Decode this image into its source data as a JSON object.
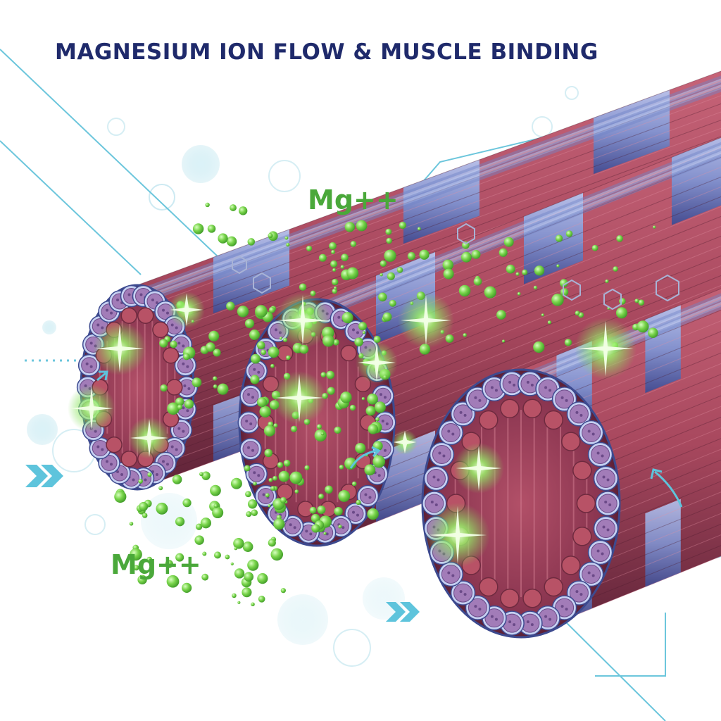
{
  "title": "MAGNESIUM ION FLOW & MUSCLE BINDING",
  "ion_labels": {
    "top": "Mg++",
    "bottom": "Mg++"
  },
  "colors": {
    "title": "#1f2a6b",
    "ion_label": "#4aa83a",
    "ion": "#7ed957",
    "ion_glow": "#b7ff8a",
    "muscle_red": "#b8566a",
    "muscle_dark": "#6e2a3f",
    "sheath_blue": "#8d9fd8",
    "sheath_dark": "#3d4a8f",
    "fibril_purple": "#9a6fb0",
    "accent_cyan": "#5ec4dc"
  },
  "icons": [
    "double-chevron-right-icon",
    "curved-arrow-icon",
    "sparkle-icon",
    "hexagon-icon"
  ]
}
